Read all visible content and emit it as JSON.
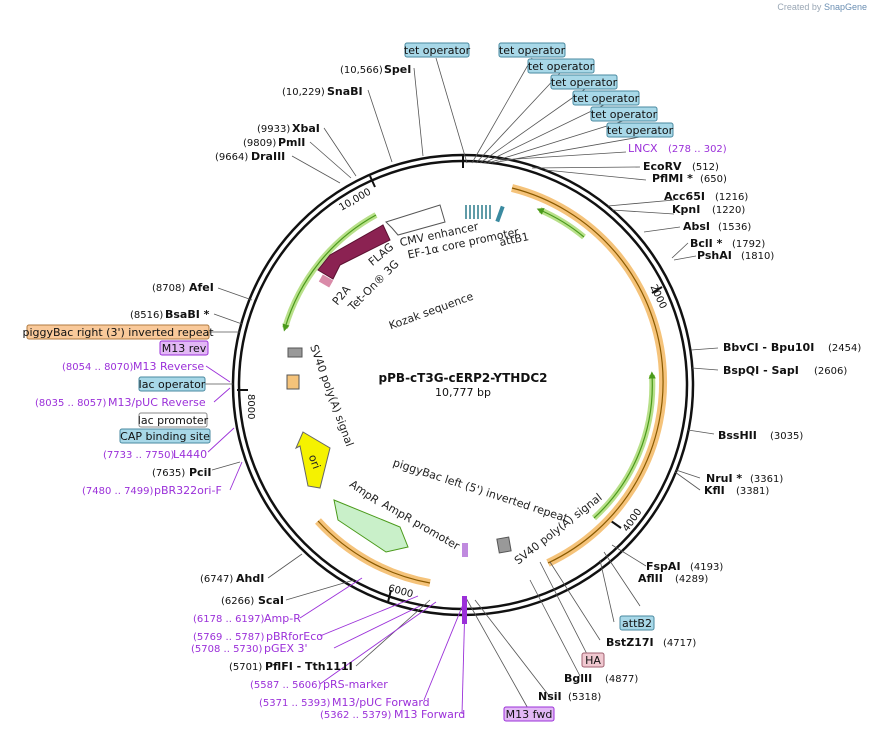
{
  "credit": {
    "prefix": "Created by",
    "brand": "SnapGene"
  },
  "plasmid": {
    "name": "pPB-cT3G-cERP2-YTHDC2",
    "length": "10,777 bp"
  },
  "ticks": [
    "2000",
    "4000",
    "6000",
    "8000",
    "10,000"
  ],
  "boxed_labels": {
    "tet": "tet operator",
    "lncx": "LNCX",
    "lncx_pos": "(278 .. 302)",
    "attB2": "attB2",
    "HA": "HA",
    "m13fwd": "M13 fwd",
    "pb_right": "piggyBac right (3') inverted repeat",
    "m13rev": "M13 rev",
    "lacop": "lac operator",
    "lacprom": "lac promoter",
    "cap": "CAP binding site"
  },
  "enzymes_right": [
    {
      "name": "EcoRV",
      "pos": "(512)"
    },
    {
      "name": "PflMI *",
      "pos": "(650)"
    },
    {
      "name": "Acc65I",
      "pos": "(1216)"
    },
    {
      "name": "KpnI",
      "pos": "(1220)"
    },
    {
      "name": "AbsI",
      "pos": "(1536)"
    },
    {
      "name": "BclI *",
      "pos": "(1792)"
    },
    {
      "name": "PshAI",
      "pos": "(1810)"
    },
    {
      "name": "BbvCI  - Bpu10I",
      "pos": "(2454)"
    },
    {
      "name": "BspQI  - SapI",
      "pos": "(2606)"
    },
    {
      "name": "BssHII",
      "pos": "(3035)"
    },
    {
      "name": "NruI *",
      "pos": "(3361)"
    },
    {
      "name": "KflI",
      "pos": "(3381)"
    },
    {
      "name": "FspAI",
      "pos": "(4193)"
    },
    {
      "name": "AflII",
      "pos": "(4289)"
    },
    {
      "name": "BstZ17I",
      "pos": "(4717)"
    },
    {
      "name": "BglII",
      "pos": "(4877)"
    },
    {
      "name": "NsiI",
      "pos": "(5318)"
    }
  ],
  "enzymes_left": [
    {
      "name": "SpeI",
      "pos": "(10,566)"
    },
    {
      "name": "SnaBI",
      "pos": "(10,229)"
    },
    {
      "name": "XbaI",
      "pos": "(9933)"
    },
    {
      "name": "PmlI",
      "pos": "(9809)"
    },
    {
      "name": "DraIII",
      "pos": "(9664)"
    },
    {
      "name": "AfeI",
      "pos": "(8708)"
    },
    {
      "name": "BsaBI *",
      "pos": "(8516)"
    },
    {
      "name": "PciI",
      "pos": "(7635)"
    },
    {
      "name": "AhdI",
      "pos": "(6747)"
    },
    {
      "name": "ScaI",
      "pos": "(6266)"
    },
    {
      "name": "PflFI  - Tth111I",
      "pos": "(5701)"
    }
  ],
  "primers": [
    {
      "name": "M13 Reverse",
      "pos": "(8054 .. 8070)"
    },
    {
      "name": "M13/pUC Reverse",
      "pos": "(8035 .. 8057)"
    },
    {
      "name": "L4440",
      "pos": "(7733 .. 7750)"
    },
    {
      "name": "pBR322ori-F",
      "pos": "(7480 .. 7499)"
    },
    {
      "name": "Amp-R",
      "pos": "(6178 .. 6197)"
    },
    {
      "name": "pBRforEco",
      "pos": "(5769 .. 5787)"
    },
    {
      "name": "pGEX 3'",
      "pos": "(5708 .. 5730)"
    },
    {
      "name": "pRS-marker",
      "pos": "(5587 .. 5606)"
    },
    {
      "name": "M13/pUC Forward",
      "pos": "(5371 .. 5393)"
    },
    {
      "name": "M13 Forward",
      "pos": "(5362 .. 5379)"
    }
  ],
  "inner_features": {
    "cmv": "CMV enhancer",
    "ef1a": "EF-1α core promoter",
    "attB1": "attB1",
    "flag": "FLAG",
    "tet3g": "Tet-On® 3G",
    "p2a": "P2A",
    "kozak": "Kozak sequence",
    "sv40_left": "SV40 poly(A) signal",
    "ori": "ori",
    "ampr": "AmpR",
    "amprprom": "AmpR promoter",
    "pb_left": "piggyBac left (5') inverted repeat",
    "sv40_right": "SV40 poly(A) signal"
  },
  "colors": {
    "orange": "#f5a623",
    "green": "#6ec22b",
    "teal": "#a8d8e8",
    "purple": "#9b30d9",
    "maroon": "#8b2252",
    "yellow": "#f5f200"
  }
}
